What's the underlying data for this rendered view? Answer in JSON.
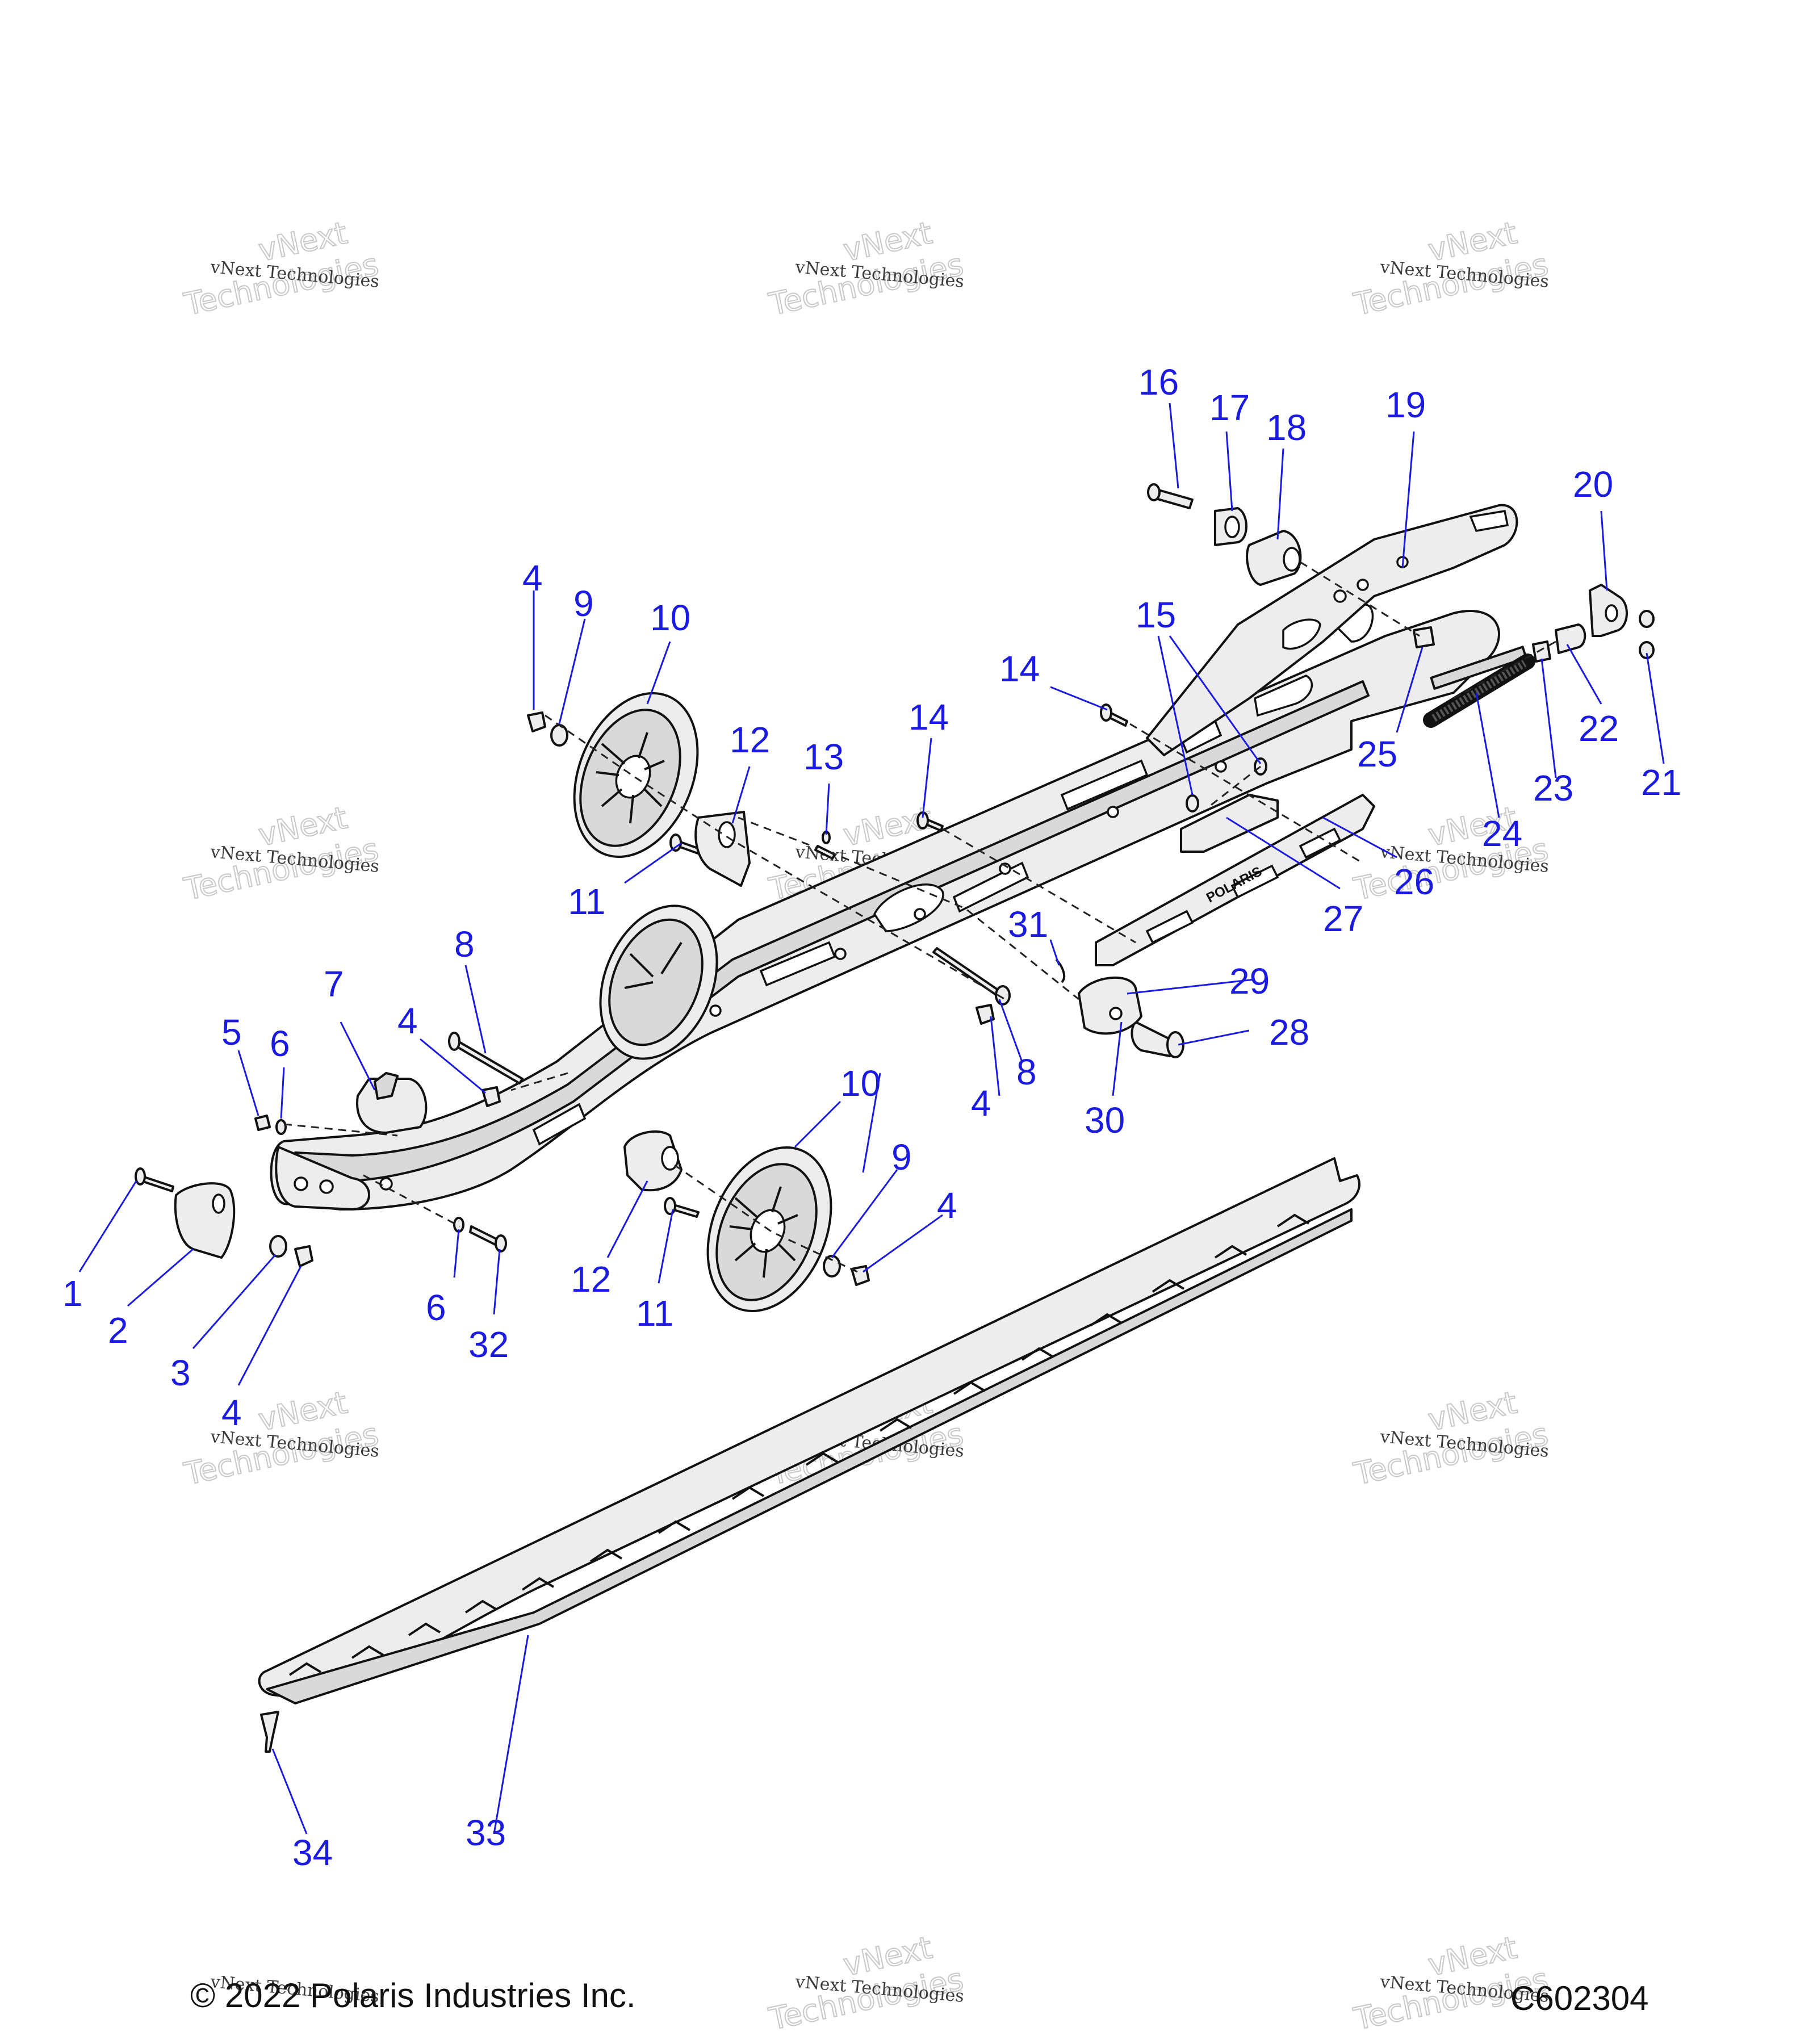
{
  "diagram": {
    "footer": {
      "copyright": "© 2022 Polaris Industries Inc.",
      "code": "C602304"
    },
    "watermark": {
      "line1": "vNext Technologies",
      "line2": "Technologies",
      "line3": "vNext"
    },
    "frame_logo": "POLARIS",
    "callouts": [
      "1",
      "2",
      "3",
      "4",
      "5",
      "6",
      "7",
      "8",
      "9",
      "10",
      "11",
      "12",
      "13",
      "14",
      "15",
      "16",
      "17",
      "18",
      "19",
      "20",
      "21",
      "22",
      "23",
      "24",
      "25",
      "26",
      "27",
      "28",
      "29",
      "30",
      "31",
      "32",
      "33",
      "34"
    ]
  }
}
